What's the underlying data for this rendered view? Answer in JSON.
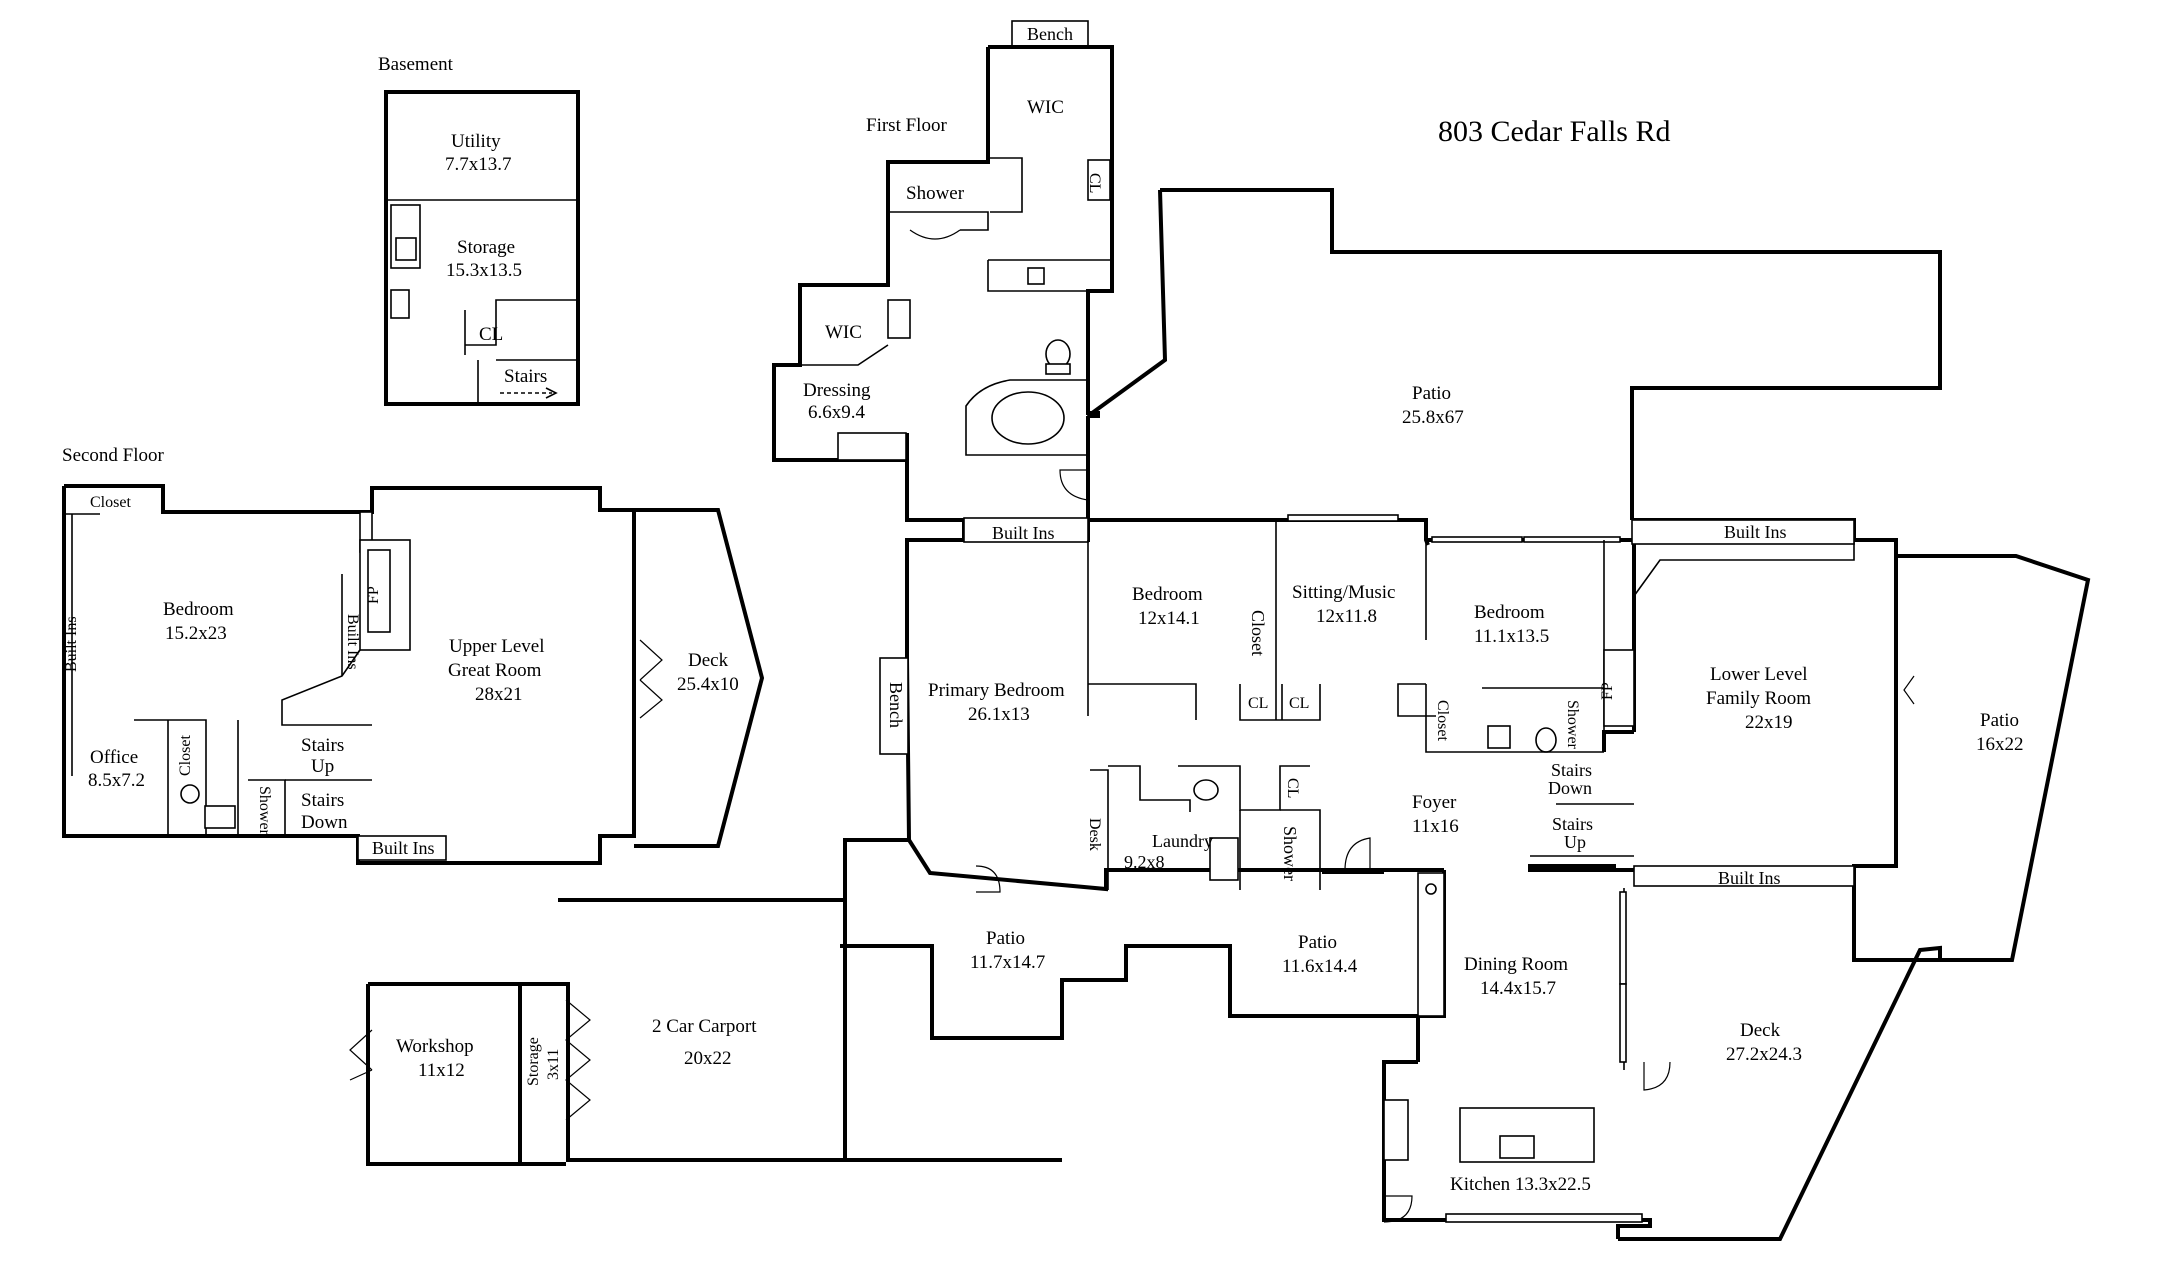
{
  "address": "803 Cedar Falls Rd",
  "floors": {
    "basement": "Basement",
    "second": "Second Floor",
    "first": "First Floor"
  },
  "basement": {
    "utility": {
      "name": "Utility",
      "size": "7.7x13.7"
    },
    "storage": {
      "name": "Storage",
      "size": "15.3x13.5"
    },
    "cl": "CL",
    "stairs": "Stairs"
  },
  "second": {
    "closet": "Closet",
    "built_ins_side": "Built Ins",
    "bedroom": {
      "name": "Bedroom",
      "size": "15.2x23"
    },
    "fp": "FP",
    "built_ins_mid": "Built Ins",
    "great_room": {
      "line1": "Upper Level",
      "line2": "Great Room",
      "size": "28x21"
    },
    "deck": {
      "name": "Deck",
      "size": "25.4x10"
    },
    "office": {
      "name": "Office",
      "size": "8.5x7.2"
    },
    "office_closet": "Closet",
    "shower": "Shower",
    "stairs_up": {
      "line1": "Stairs",
      "line2": "Up"
    },
    "stairs_down": {
      "line1": "Stairs",
      "line2": "Down"
    },
    "built_ins_bottom": "Built Ins"
  },
  "first": {
    "bench_top": "Bench",
    "wic_top": "WIC",
    "cl_top": "CL",
    "shower": "Shower",
    "wic_left": "WIC",
    "dressing": {
      "name": "Dressing",
      "size": "6.6x9.4"
    },
    "built_ins_left": "Built Ins",
    "bench_left": "Bench",
    "primary_bedroom": {
      "name": "Primary Bedroom",
      "size": "26.1x13"
    },
    "bedroom1": {
      "name": "Bedroom",
      "size": "12x14.1"
    },
    "closet": "Closet",
    "cl1": "CL",
    "cl2": "CL",
    "sitting": {
      "name": "Sitting/Music",
      "size": "12x11.8"
    },
    "bedroom2": {
      "name": "Bedroom",
      "size": "11.1x13.5"
    },
    "closet2": "Closet",
    "shower2": "Shower",
    "fp": "FP",
    "built_ins_right": "Built Ins",
    "family_room": {
      "line1": "Lower Level",
      "line2": "Family Room",
      "size": "22x19"
    },
    "stairs_down": {
      "line1": "Stairs",
      "line2": "Down"
    },
    "stairs_up": {
      "line1": "Stairs",
      "line2": "Up"
    },
    "built_ins_bottom": "Built Ins",
    "desk": "Desk",
    "laundry": {
      "name": "Laundry",
      "size": "9.2x8"
    },
    "cl3": "CL",
    "shower3": "Shower",
    "foyer": {
      "name": "Foyer",
      "size": "11x16"
    },
    "patio_top": {
      "name": "Patio",
      "size": "25.8x67"
    },
    "patio_right": {
      "name": "Patio",
      "size": "16x22"
    },
    "patio_mid1": {
      "name": "Patio",
      "size": "11.7x14.7"
    },
    "patio_mid2": {
      "name": "Patio",
      "size": "11.6x14.4"
    },
    "dining": {
      "name": "Dining Room",
      "size": "14.4x15.7"
    },
    "deck": {
      "name": "Deck",
      "size": "27.2x24.3"
    },
    "kitchen": "Kitchen 13.3x22.5",
    "carport": {
      "name": "2 Car Carport",
      "size": "20x22"
    },
    "workshop": {
      "name": "Workshop",
      "size": "11x12"
    },
    "storage": {
      "name": "Storage",
      "size": "3x11"
    }
  }
}
